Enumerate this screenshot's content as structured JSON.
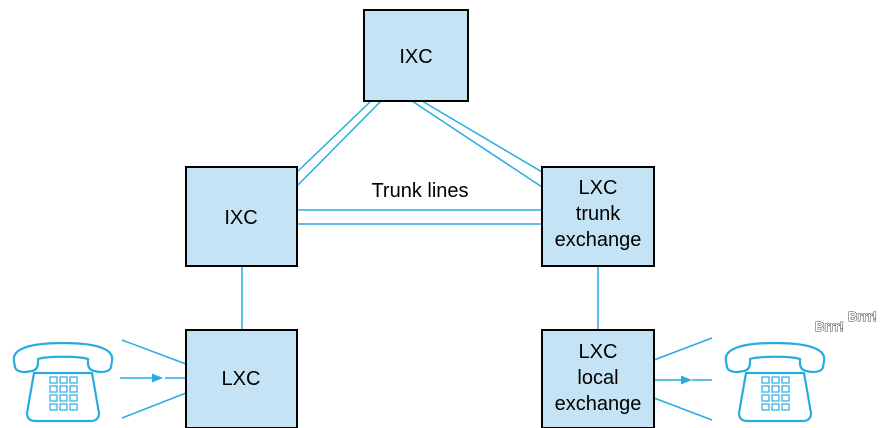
{
  "nodes": {
    "top_ixc": {
      "label": "IXC"
    },
    "left_ixc": {
      "label": "IXC"
    },
    "trunk_exchange": {
      "line1": "LXC",
      "line2": "trunk",
      "line3": "exchange"
    },
    "left_lxc": {
      "label": "LXC"
    },
    "local_exchange": {
      "line1": "LXC",
      "line2": "local",
      "line3": "exchange"
    }
  },
  "labels": {
    "trunk_lines": "Trunk lines",
    "ring_1": "Brrr!",
    "ring_2": "Brrr!"
  },
  "icons": {
    "left_phone": "telephone-icon",
    "right_phone": "telephone-icon"
  },
  "colors": {
    "box_fill": "#c4e4f6",
    "line": "#29abe2"
  }
}
